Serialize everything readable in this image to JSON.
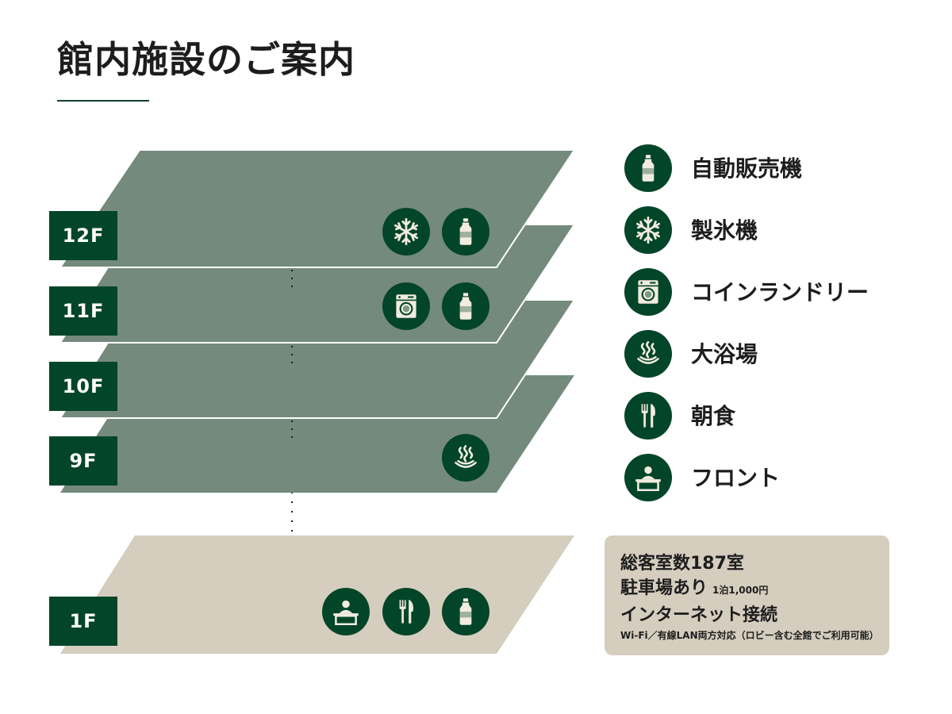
{
  "title": "館内施設のご案内",
  "floors": [
    {
      "label": "12F",
      "icons": [
        "snowflake-icon",
        "bottle-icon"
      ]
    },
    {
      "label": "11F",
      "icons": [
        "washing-machine-icon",
        "bottle-icon"
      ]
    },
    {
      "label": "10F",
      "icons": []
    },
    {
      "label": "9F",
      "icons": [
        "hot-spring-icon"
      ]
    },
    {
      "label": "1F",
      "icons": [
        "reception-icon",
        "cutlery-icon",
        "bottle-icon"
      ]
    }
  ],
  "legend": [
    {
      "icon": "bottle-icon",
      "label": "自動販売機"
    },
    {
      "icon": "snowflake-icon",
      "label": "製氷機"
    },
    {
      "icon": "washing-machine-icon",
      "label": "コインランドリー"
    },
    {
      "icon": "hot-spring-icon",
      "label": "大浴場"
    },
    {
      "icon": "cutlery-icon",
      "label": "朝食"
    },
    {
      "icon": "reception-icon",
      "label": "フロント"
    }
  ],
  "info": {
    "rooms": "総客室数187室",
    "parking": "駐車場あり",
    "parking_note": "1泊1,000円",
    "internet": "インターネット接続",
    "internet_note": "Wi-Fi／有線LAN両方対応（ロビー含む全館でご利用可能）"
  },
  "colors": {
    "dark_green": "#034529",
    "floor_green": "#748a7c",
    "floor_beige": "#d5cdbd",
    "icon_fill": "#f1ecdf"
  }
}
